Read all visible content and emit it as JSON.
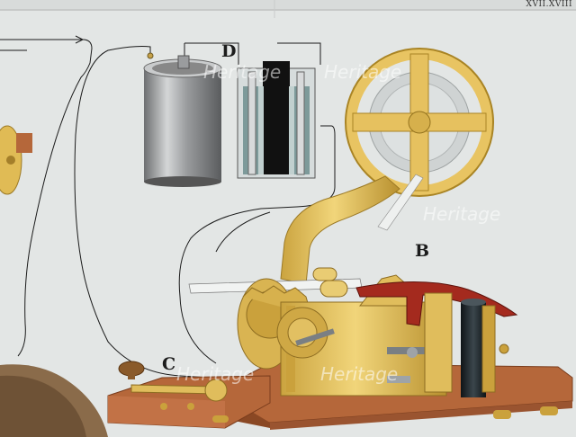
{
  "plate_number": "XVII.XVIII",
  "labels": {
    "battery": "D",
    "receiver": "B",
    "key": "C"
  },
  "watermarks": [
    "Heritage",
    "Heritage",
    "Heritage",
    "Heritage",
    "Heritage"
  ],
  "colors": {
    "paper": "#e3e6e5",
    "brass": "#e7c35f",
    "brass_dark": "#b8902f",
    "wood": "#b5673a",
    "wood_dark": "#8a4824",
    "iron": "#2a3136",
    "red_lever": "#a42a1e",
    "wire": "#1b1b1b",
    "ground": "#8a6b4a"
  }
}
